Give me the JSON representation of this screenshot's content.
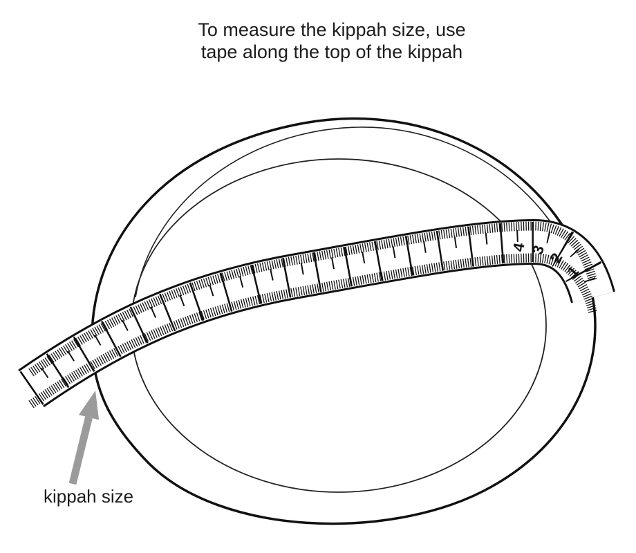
{
  "title": {
    "line1": "To measure the kippah size, use",
    "line2": "tape along the top of the kippah"
  },
  "label": {
    "kippah_size": "kippah size"
  },
  "tape": {
    "numbers": [
      "1",
      "2",
      "3",
      "4"
    ]
  },
  "colors": {
    "ink": "#151515",
    "arrow": "#9b9b9b",
    "background": "#ffffff"
  }
}
